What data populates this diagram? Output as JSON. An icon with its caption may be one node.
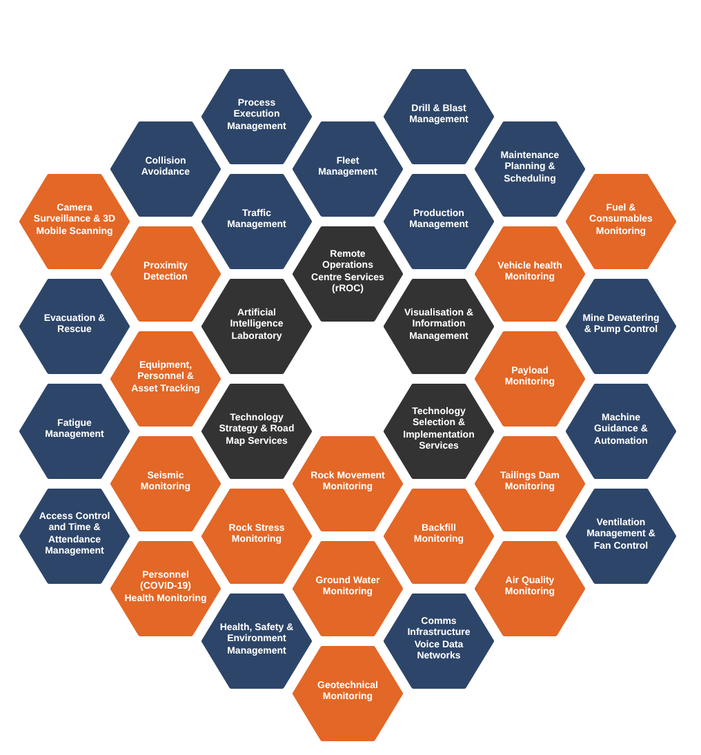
{
  "diagram": {
    "nodes": [
      {
        "text": [
          "Process Execution Management"
        ]
      },
      {
        "text": [
          "Drill & Blast Management"
        ]
      },
      {
        "text": [
          "Collision Avoidance"
        ]
      },
      {
        "text": [
          "Fleet Management"
        ]
      },
      {
        "text": [
          "Maintenance Planning & Scheduling"
        ]
      },
      {
        "text": [
          "Camera Surveillance & 3D Mobile Scanning"
        ]
      },
      {
        "text": [
          "Traffic Management"
        ]
      },
      {
        "text": [
          "Production Management"
        ]
      },
      {
        "text": [
          "Fuel & Consumables Monitoring"
        ]
      },
      {
        "text": [
          "Proximity Detection"
        ]
      },
      {
        "text": [
          "Remote Operations Centre Services (rROC)"
        ]
      },
      {
        "text": [
          "Vehicle health Monitoring"
        ]
      },
      {
        "text": [
          "Evacuation & Rescue"
        ]
      },
      {
        "text": [
          "Artificial Intelligence Laboratory"
        ]
      },
      {
        "text": [
          "Visualisation & Information Management"
        ]
      },
      {
        "text": [
          "Mine Dewatering & Pump Control"
        ]
      },
      {
        "text": [
          "Equipment, Personnel & Asset Tracking"
        ]
      },
      {
        "text": [
          "Payload Monitoring"
        ]
      },
      {
        "text": [
          "Fatigue Management"
        ]
      },
      {
        "text": [
          "Technology Strategy & Road Map Services"
        ]
      },
      {
        "text": [
          "Technology Selection & Implementation Services"
        ]
      },
      {
        "text": [
          "Machine Guidance & Automation"
        ]
      },
      {
        "text": [
          "Seismic Monitoring"
        ]
      },
      {
        "text": [
          "Rock Movement Monitoring"
        ]
      },
      {
        "text": [
          "Tailings Dam Monitoring"
        ]
      },
      {
        "text": [
          "Access Control and Time & Attendance Management"
        ]
      },
      {
        "text": [
          "Rock Stress Monitoring"
        ]
      },
      {
        "text": [
          "Backfill Monitoring"
        ]
      },
      {
        "text": [
          "Ventilation Management & Fan Control"
        ]
      },
      {
        "text": [
          "Personnel (COVID-19) Health Monitoring"
        ]
      },
      {
        "text": [
          "Ground Water Monitoring"
        ]
      },
      {
        "text": [
          "Air Quality Monitoring"
        ]
      },
      {
        "text": [
          "Health, Safety & Environment Management"
        ]
      },
      {
        "text": [
          "Comms Infrastructure Voice Data Networks"
        ]
      },
      {
        "text": [
          "Geotechnical Monitoring"
        ]
      }
    ]
  }
}
